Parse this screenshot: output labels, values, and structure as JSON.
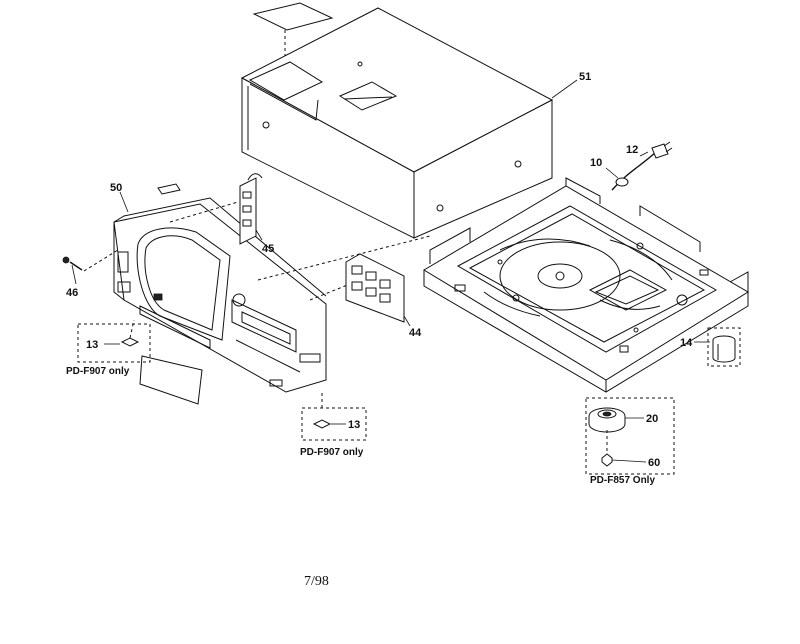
{
  "parts": {
    "cover": "51",
    "power_cord": "12",
    "cord_bushing": "10",
    "front_panel": "50",
    "function_pcb": "45",
    "screw": "46",
    "display_pcb": "44",
    "leg_left": "13",
    "leg_right": "13",
    "foot": "14",
    "turntable": "20",
    "turntable_screw": "60"
  },
  "notes": {
    "left_model_note": "PD-F907 only",
    "right_model_note": "PD-F907 only",
    "turntable_model_note": "PD-F857 Only"
  },
  "page_number": "7/98"
}
